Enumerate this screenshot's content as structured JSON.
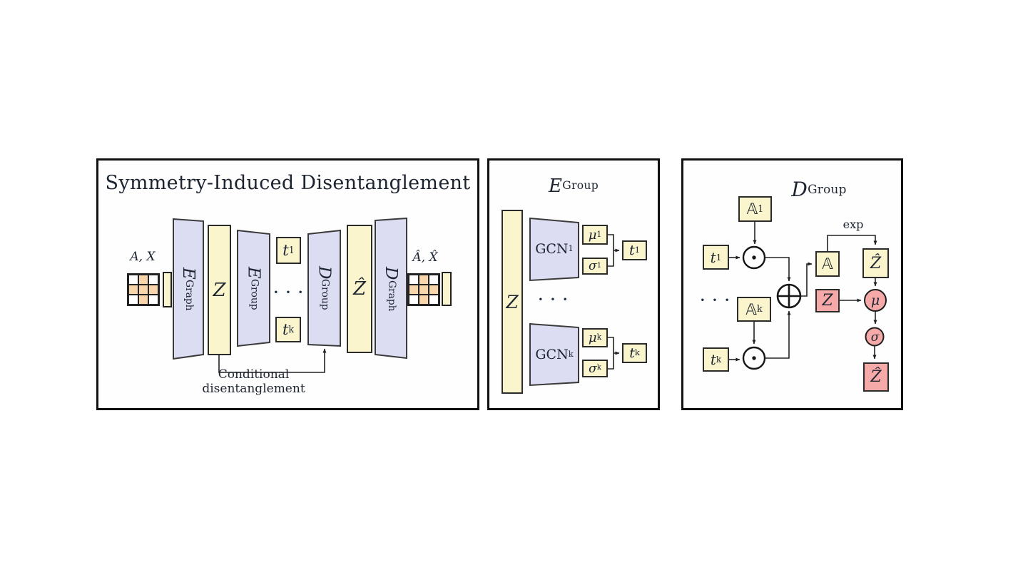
{
  "colors": {
    "panel_border": "#101010",
    "block_lavender": "#dcdcf3",
    "block_yellow": "#faf5cd",
    "block_pink": "#f5a9a9",
    "grid_orange": "#f8d5ab",
    "line": "#232323"
  },
  "panel_architecture": {
    "title": "Symmetry-Induced Disentanglement",
    "input_label": "A, X",
    "output_label": "Â, X̂",
    "input_grid": [
      [
        0,
        1,
        0
      ],
      [
        1,
        1,
        1
      ],
      [
        0,
        1,
        0
      ]
    ],
    "output_grid": [
      [
        0,
        1,
        0
      ],
      [
        1,
        1,
        1
      ],
      [
        0,
        1,
        0
      ]
    ],
    "blocks": {
      "e_graph": {
        "main": "E",
        "sub": "Graph"
      },
      "z": "Z",
      "e_group": {
        "main": "E",
        "sub": "Group"
      },
      "t1": {
        "main": "t",
        "sub": "1"
      },
      "dots": "· · ·",
      "tk": {
        "main": "t",
        "sub": "k"
      },
      "d_group": {
        "main": "D",
        "sub": "Group"
      },
      "z_hat": "Ẑ",
      "d_graph": {
        "main": "D",
        "sub": "Graph"
      }
    },
    "caption": "Conditional disentanglement"
  },
  "panel_encoder": {
    "title": {
      "main": "E",
      "sub": "Group"
    },
    "z_label": "Z",
    "dots": "· · ·",
    "rows": {
      "first": {
        "gcn": {
          "main": "GCN",
          "sub": "1"
        },
        "mu": {
          "main": "μ",
          "sub": "1"
        },
        "sigma": {
          "main": "σ",
          "sub": "1"
        },
        "t": {
          "main": "t",
          "sub": "1"
        }
      },
      "last": {
        "gcn": {
          "main": "GCN",
          "sub": "k"
        },
        "mu": {
          "main": "μ",
          "sub": "k"
        },
        "sigma": {
          "main": "σ",
          "sub": "k"
        },
        "t": {
          "main": "t",
          "sub": "k"
        }
      }
    }
  },
  "panel_decoder": {
    "title": {
      "main": "D",
      "sub": "Group"
    },
    "a1": {
      "main": "𝔸",
      "sub": "1"
    },
    "t1": {
      "main": "t",
      "sub": "1"
    },
    "dots": "· · ·",
    "ak": {
      "main": "𝔸",
      "sub": "k"
    },
    "tk": {
      "main": "t",
      "sub": "k"
    },
    "a_merged": "𝔸",
    "exp_label": "exp",
    "z_hat_top": "Ẑ",
    "z_input": "Z",
    "mu": "μ",
    "sigma": "σ",
    "z_hat_out": "Ẑ"
  }
}
